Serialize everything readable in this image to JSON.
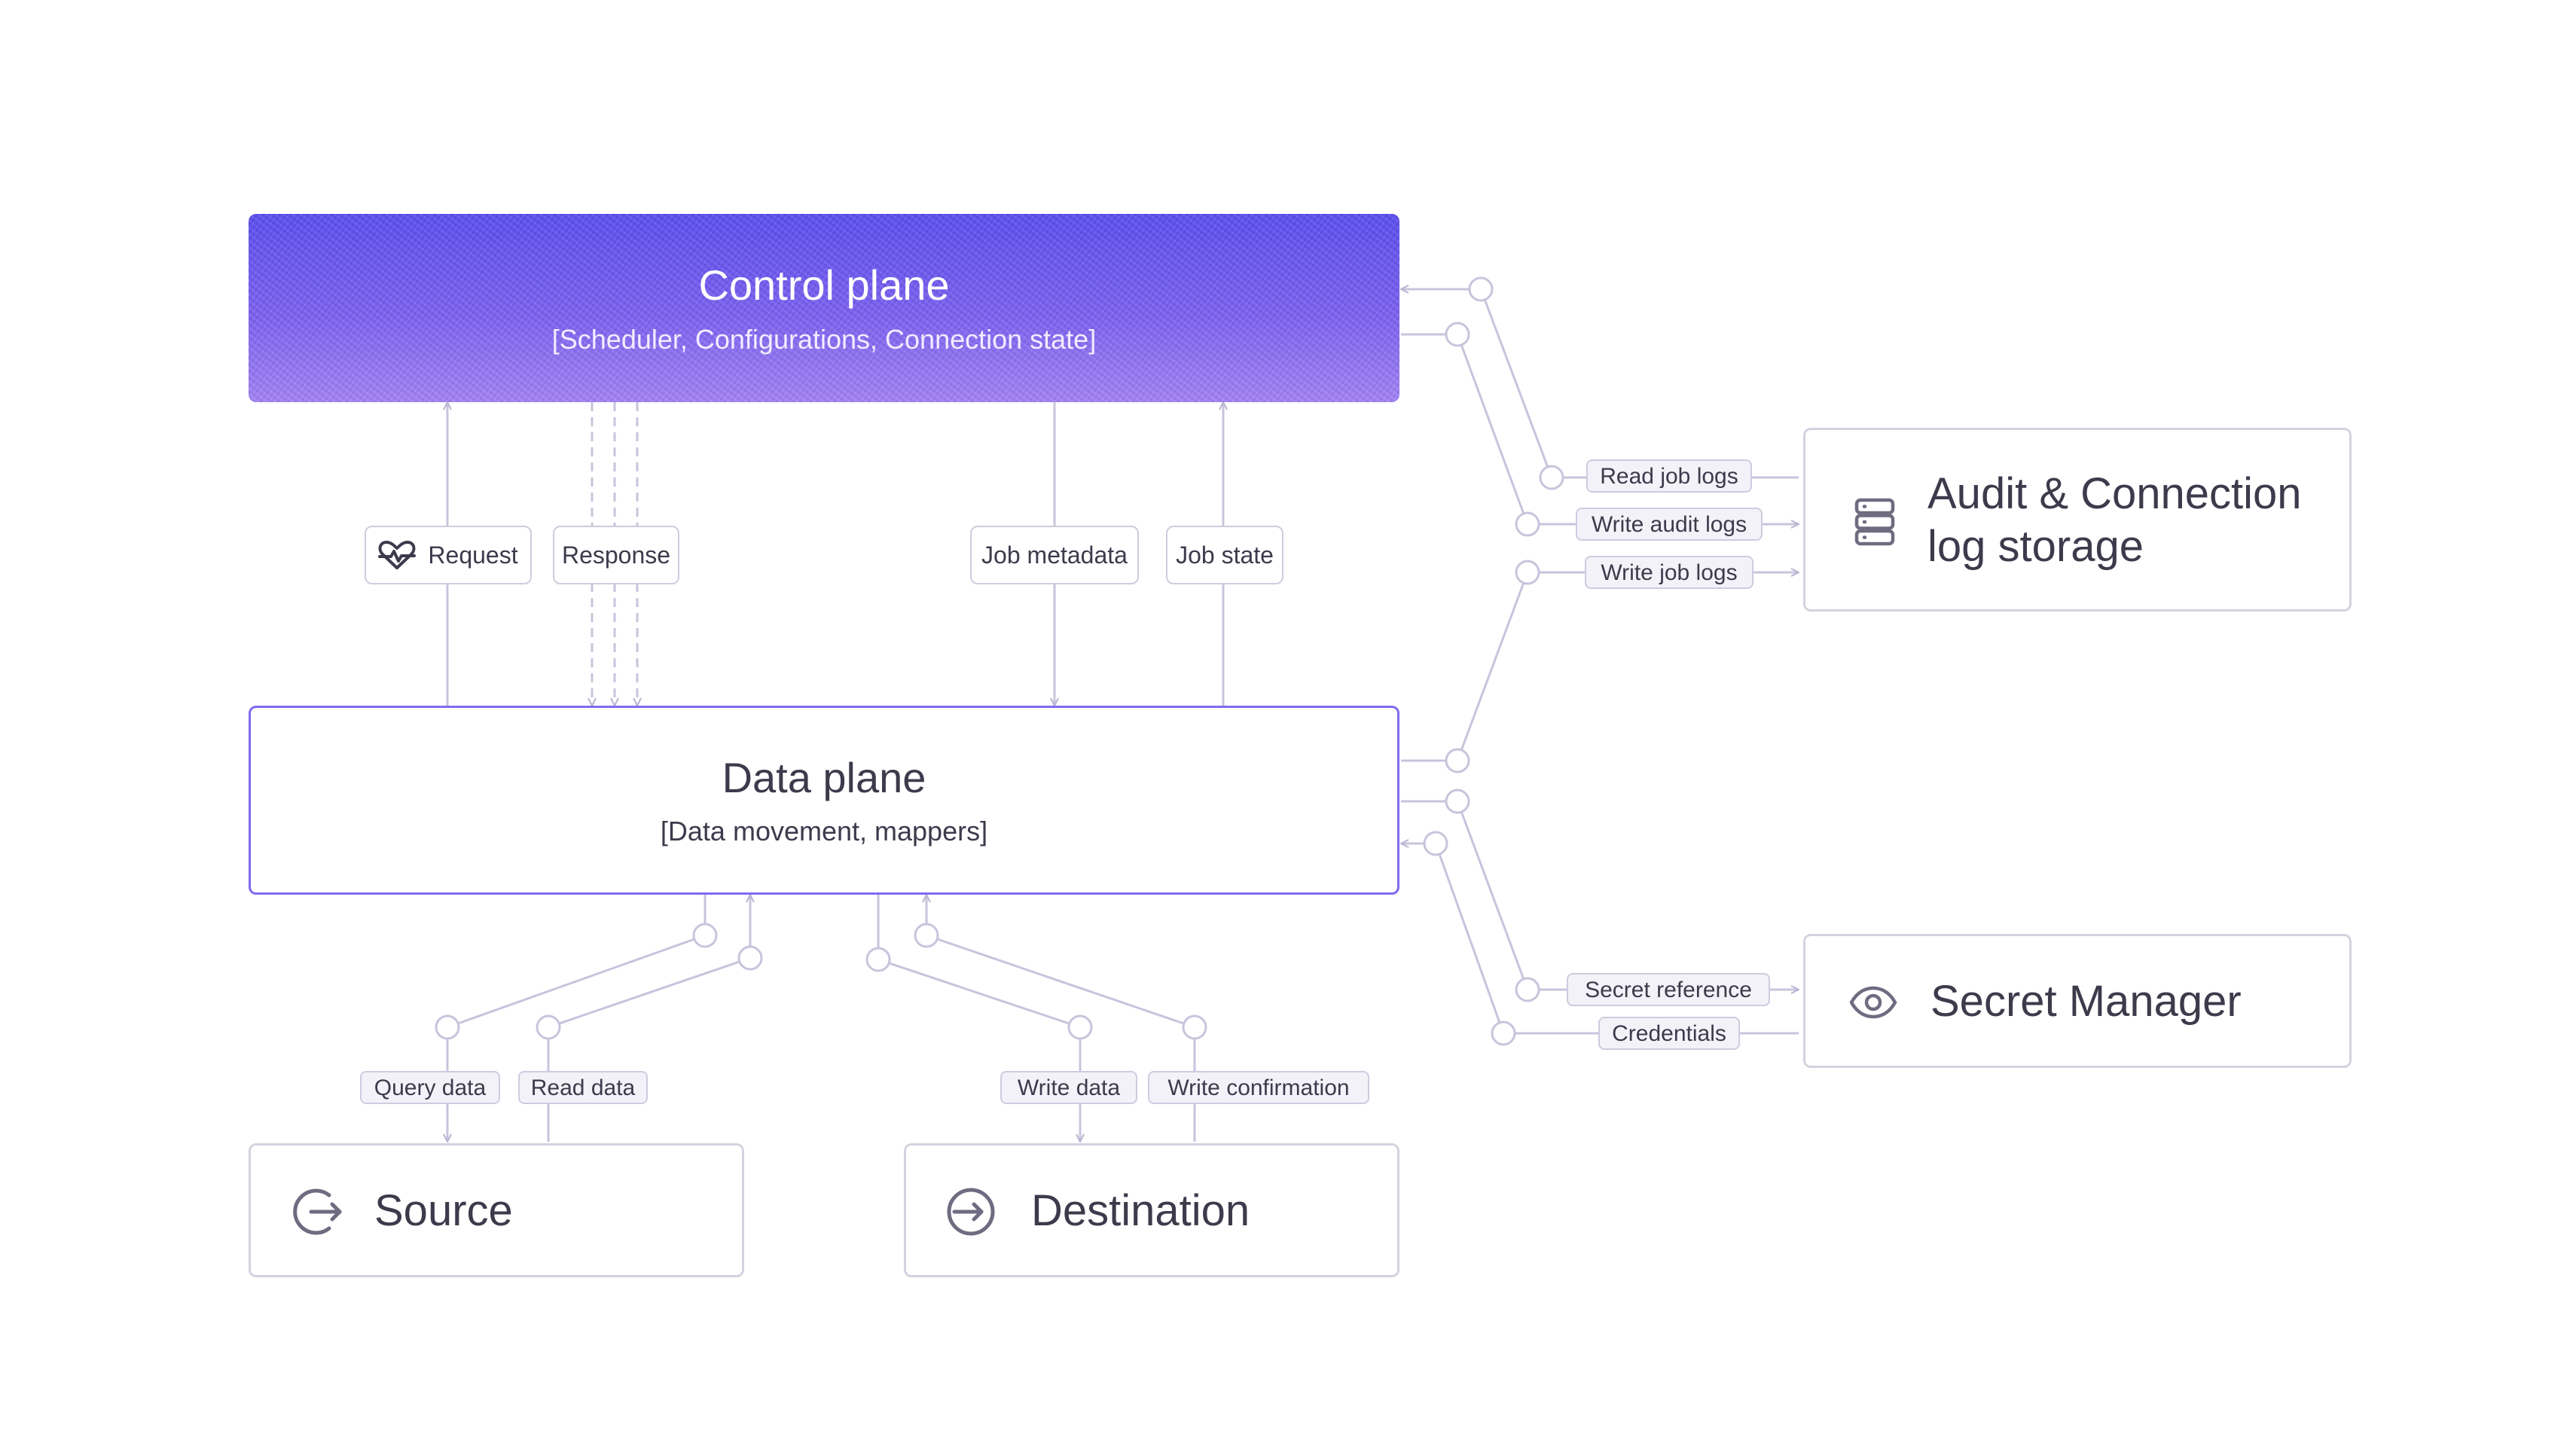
{
  "control_plane": {
    "title": "Control plane",
    "subtitle": "[Scheduler, Configurations, Connection state]"
  },
  "data_plane": {
    "title": "Data plane",
    "subtitle": "[Data movement, mappers]"
  },
  "audit_storage": {
    "title_line1": "Audit & Connection",
    "title_line2": "log storage",
    "icon": "server-icon"
  },
  "secret_manager": {
    "title": "Secret Manager",
    "icon": "eye-icon"
  },
  "source": {
    "title": "Source",
    "icon": "logout-icon"
  },
  "destination": {
    "title": "Destination",
    "icon": "login-icon"
  },
  "connections": {
    "request": "Request",
    "response": "Response",
    "job_metadata": "Job metadata",
    "job_state": "Job state",
    "read_job_logs": "Read job logs",
    "write_audit_logs": "Write audit logs",
    "write_job_logs": "Write job logs",
    "secret_reference": "Secret reference",
    "credentials": "Credentials",
    "query_data": "Query data",
    "read_data": "Read data",
    "write_data": "Write data",
    "write_confirmation": "Write confirmation"
  },
  "icons": {
    "request": "heart-pulse-icon"
  },
  "colors": {
    "accent": "#6a5af0",
    "wire": "#c8c4dc",
    "text": "#3e3a4c"
  }
}
